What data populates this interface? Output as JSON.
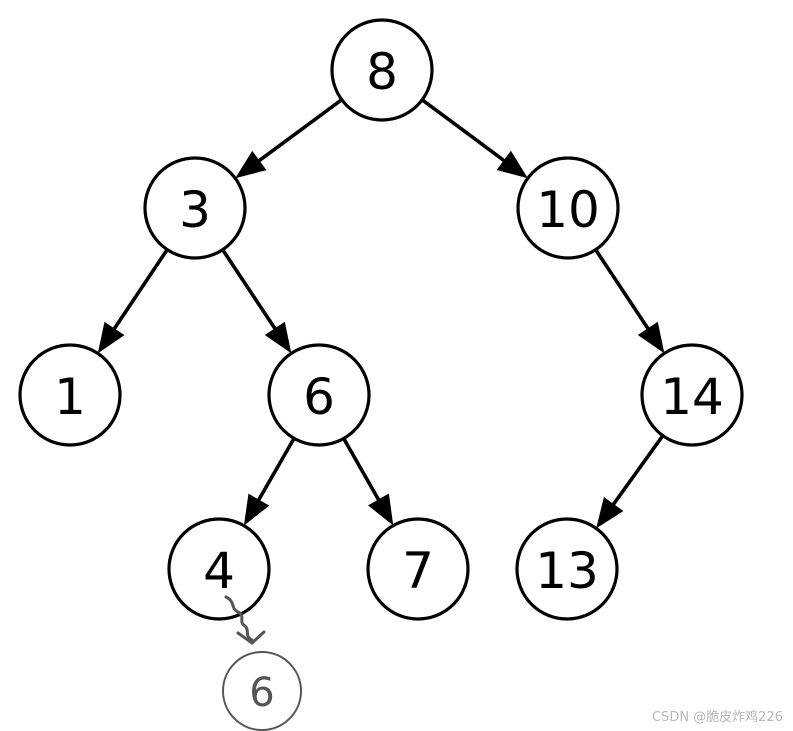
{
  "diagram": {
    "nodes": [
      {
        "id": "n8",
        "label": "8"
      },
      {
        "id": "n3",
        "label": "3"
      },
      {
        "id": "n10",
        "label": "10"
      },
      {
        "id": "n1",
        "label": "1"
      },
      {
        "id": "n6",
        "label": "6"
      },
      {
        "id": "n14",
        "label": "14"
      },
      {
        "id": "n4",
        "label": "4"
      },
      {
        "id": "n7",
        "label": "7"
      },
      {
        "id": "n13",
        "label": "13"
      }
    ],
    "edges": [
      {
        "from": "n8",
        "to": "n3"
      },
      {
        "from": "n8",
        "to": "n10"
      },
      {
        "from": "n3",
        "to": "n1"
      },
      {
        "from": "n3",
        "to": "n6"
      },
      {
        "from": "n10",
        "to": "n14"
      },
      {
        "from": "n6",
        "to": "n4"
      },
      {
        "from": "n6",
        "to": "n7"
      },
      {
        "from": "n14",
        "to": "n13"
      }
    ],
    "handwritten_annotation": {
      "label": "6",
      "attached_to": "n4",
      "color": "#555555"
    }
  },
  "footer": {
    "partial_caption": "",
    "watermark": "CSDN @脆皮炸鸡226"
  }
}
